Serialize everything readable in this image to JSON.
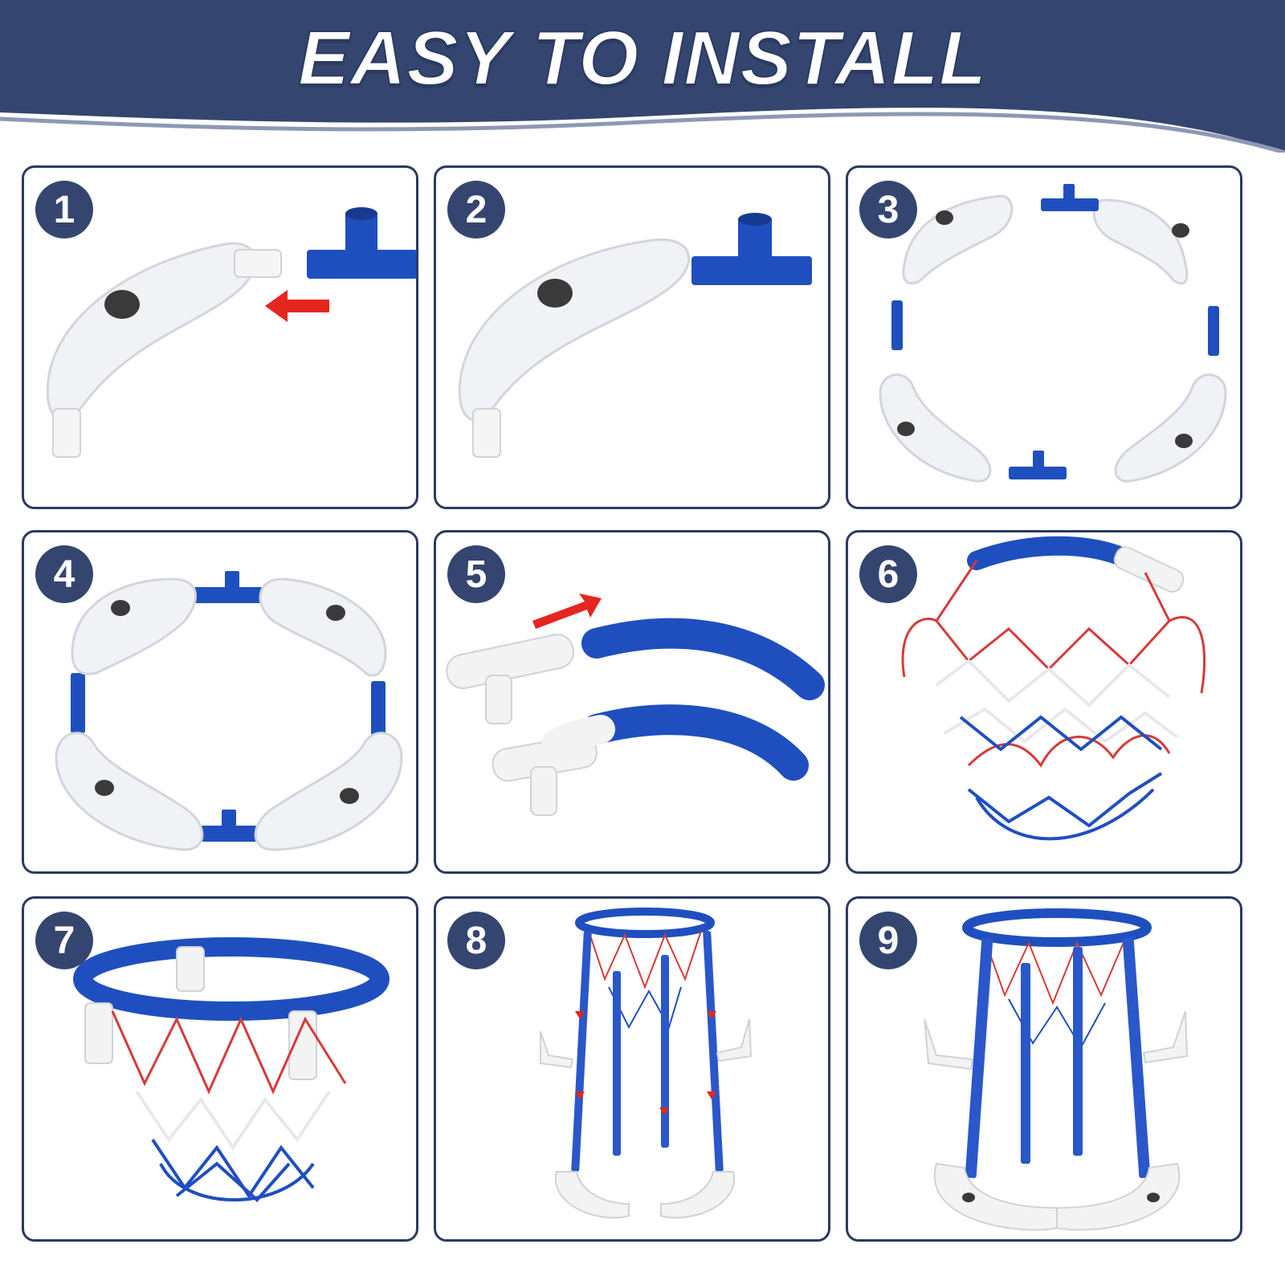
{
  "banner": {
    "title": "EASY TO INSTALL",
    "bg_color": "#34466f"
  },
  "colors": {
    "panel_border": "#2a3a62",
    "badge_bg": "#34466f",
    "tube_blue": "#1f4fbf",
    "net_red": "#d63a3a",
    "arrow_red": "#e5261f"
  },
  "steps": [
    {
      "number": "1",
      "icon": "float-corner-joining-t-connector-icon"
    },
    {
      "number": "2",
      "icon": "float-corner-with-t-connector-icon"
    },
    {
      "number": "3",
      "icon": "four-floats-and-connectors-exploded-icon"
    },
    {
      "number": "4",
      "icon": "assembled-float-base-ring-icon"
    },
    {
      "number": "5",
      "icon": "rim-tube-and-connector-icon"
    },
    {
      "number": "6",
      "icon": "net-attaching-to-rim-icon"
    },
    {
      "number": "7",
      "icon": "rim-with-net-icon"
    },
    {
      "number": "8",
      "icon": "poles-inserting-into-base-icon"
    },
    {
      "number": "9",
      "icon": "completed-floating-basketball-hoop-icon"
    }
  ]
}
